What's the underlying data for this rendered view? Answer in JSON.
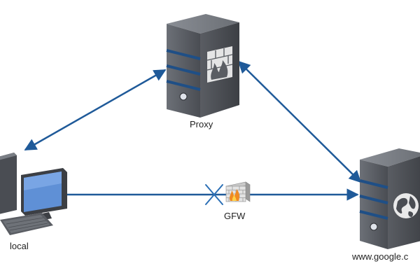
{
  "nodes": {
    "proxy": {
      "label": "Proxy",
      "icon": "server-firewall-icon"
    },
    "local": {
      "label": "local",
      "icon": "desktop-computer-icon"
    },
    "google": {
      "label": "www.google.c",
      "icon": "server-globe-icon"
    },
    "gfw": {
      "label": "GFW",
      "icon": "firewall-brick-icon"
    }
  },
  "connections": [
    {
      "from": "local",
      "to": "proxy",
      "style": "bidirectional"
    },
    {
      "from": "proxy",
      "to": "google",
      "style": "bidirectional"
    },
    {
      "from": "local",
      "to": "google",
      "style": "one-way-blocked",
      "blocked_by": "gfw"
    }
  ],
  "colors": {
    "edge": "#1f5a99",
    "block_mark": "#2b6fb5",
    "server_body": "#4a4d53",
    "server_band": "#1f4f86",
    "label_text": "#222222"
  }
}
